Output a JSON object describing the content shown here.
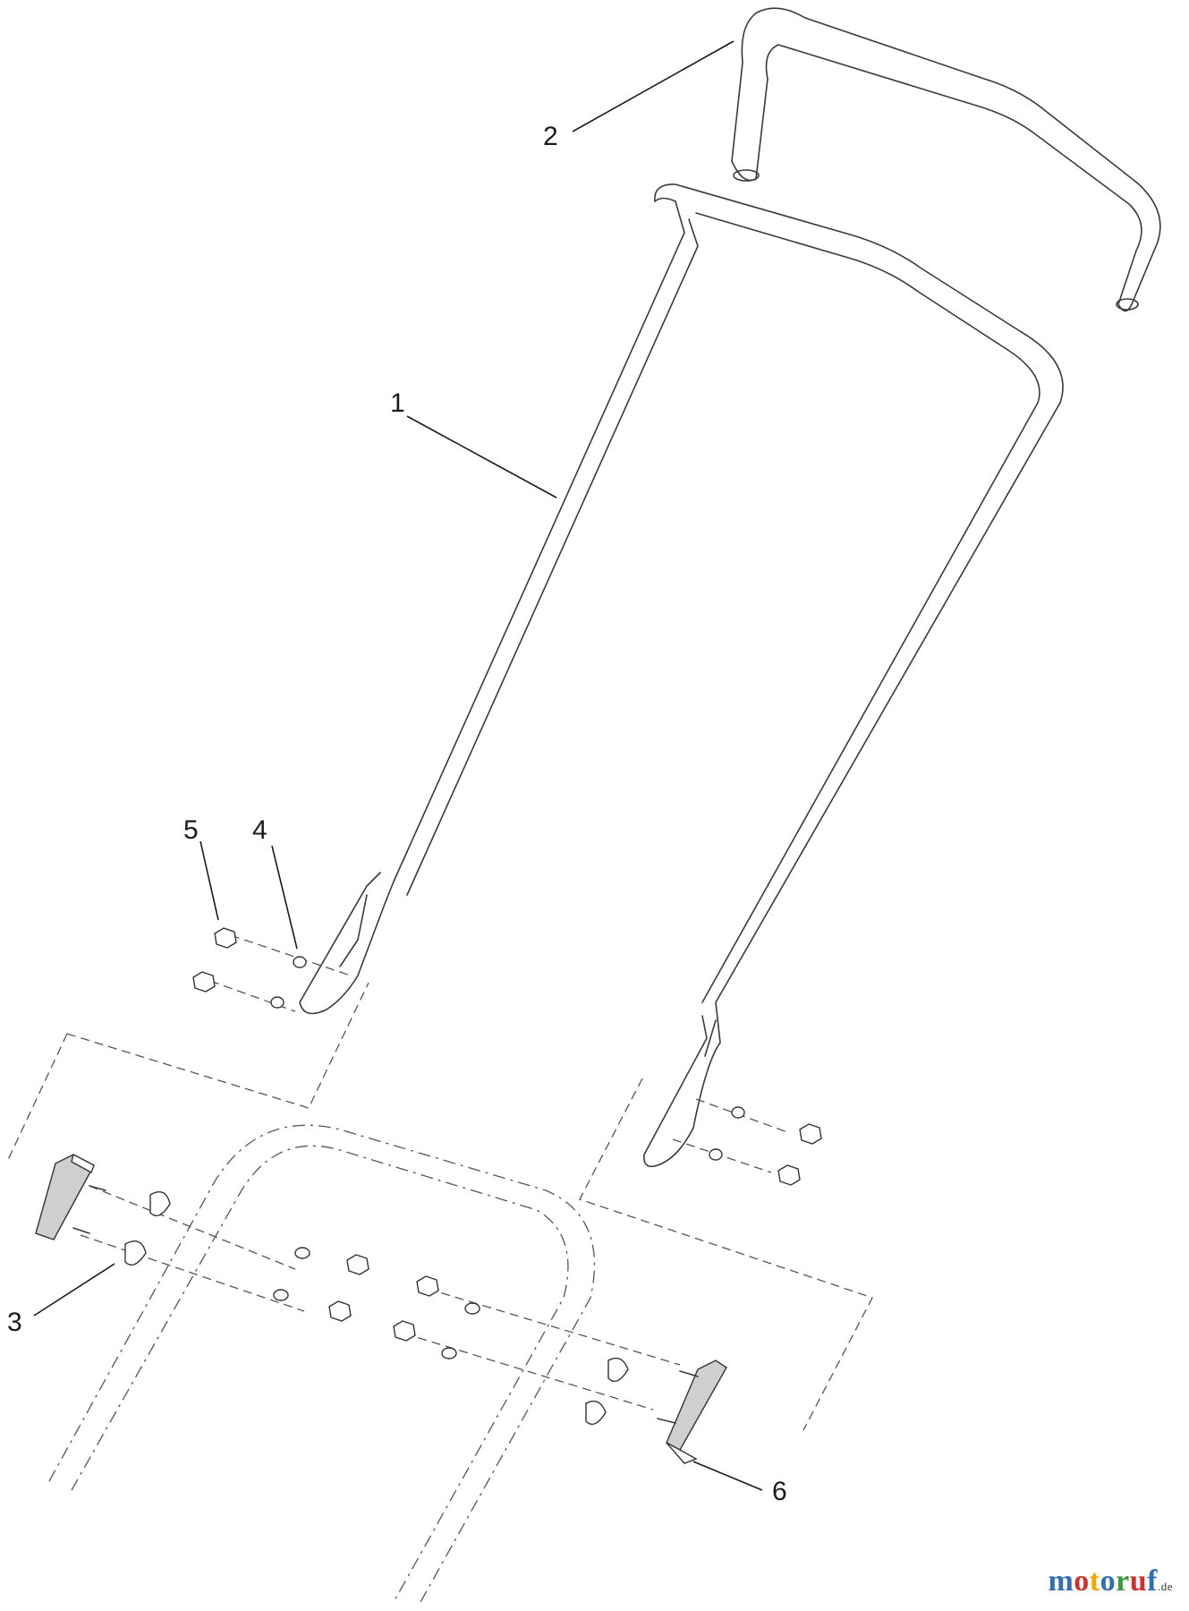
{
  "callouts": [
    {
      "id": "1",
      "label": "1"
    },
    {
      "id": "2",
      "label": "2"
    },
    {
      "id": "3",
      "label": "3"
    },
    {
      "id": "4",
      "label": "4"
    },
    {
      "id": "5",
      "label": "5"
    },
    {
      "id": "6",
      "label": "6"
    }
  ],
  "watermark": {
    "letters": [
      {
        "ch": "m",
        "color": "#2e6fb5"
      },
      {
        "ch": "o",
        "color": "#d32f2f"
      },
      {
        "ch": "t",
        "color": "#f2a900"
      },
      {
        "ch": "o",
        "color": "#2e6fb5"
      },
      {
        "ch": "r",
        "color": "#3a9a3a"
      },
      {
        "ch": "u",
        "color": "#d32f2f"
      },
      {
        "ch": "f",
        "color": "#2e6fb5"
      }
    ],
    "suffix": ".de"
  }
}
